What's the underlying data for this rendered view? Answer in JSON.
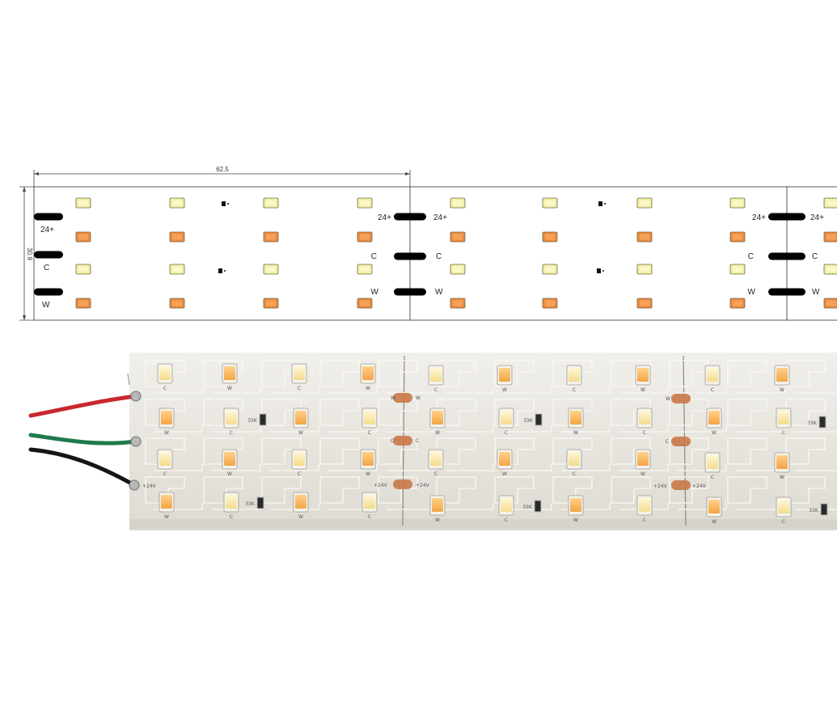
{
  "drawing": {
    "dimension_width": "62.5",
    "dimension_height": "30.9",
    "pad_labels": {
      "plus": "24+",
      "cool": "C",
      "warm": "W"
    },
    "colors": {
      "led_cool": "#f3f0a0",
      "led_warm": "#ef8a3a",
      "pad": "#000000",
      "outline": "#555555"
    }
  },
  "photo": {
    "silk_plus": "+24V",
    "silk_resistor": "33K",
    "silk_cool": "C",
    "silk_warm": "W",
    "colors": {
      "board": "#e9e7e1",
      "pad": "#c97a4a",
      "wire_red": "#c8282e",
      "wire_green": "#1e7a4a",
      "wire_black": "#151515"
    }
  }
}
